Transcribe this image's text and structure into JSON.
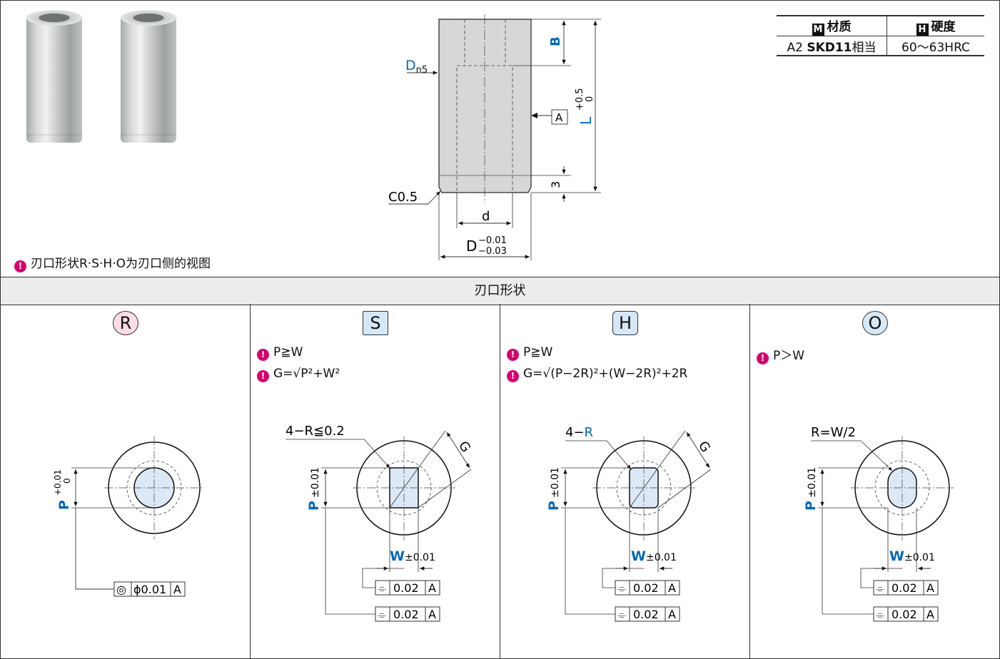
{
  "material_table": {
    "headers": [
      {
        "mark": "M",
        "label": "材质"
      },
      {
        "mark": "H",
        "label": "硬度"
      }
    ],
    "row": {
      "material_prefix": "A2",
      "material_grade": "SKD11",
      "material_suffix": "相当",
      "hardness": "60～63HRC"
    }
  },
  "top_note": "刃口形状R·S·H·O为刃口侧的视图",
  "main_drawing": {
    "labels": {
      "b": "B",
      "dn5_main": "D",
      "dn5_sub": "n5",
      "l": "L",
      "l_tol_upper": "+0.5",
      "l_tol_lower": "0",
      "datum": "A",
      "chamfer": "C0.5",
      "d": "d",
      "three": "3",
      "big_d": "D",
      "big_d_tol_upper": "−0.01",
      "big_d_tol_lower": "−0.03"
    }
  },
  "section_title": "刃口形状",
  "shapes": [
    {
      "id": "R",
      "notes": [],
      "labels": {
        "p": "P",
        "p_tol_upper": "+0.01",
        "p_tol_lower": "0",
        "tol_symbol": "◎",
        "tol_value": "ϕ0.01",
        "datum": "A"
      }
    },
    {
      "id": "S",
      "notes": [
        "P≧W",
        "G=√P²+W²"
      ],
      "labels": {
        "corner": "4−R≦0.2",
        "g": "G",
        "p": "P",
        "p_tol": "±0.01",
        "w": "W",
        "w_tol": "±0.01",
        "tol_symbol": "⌯",
        "tol_value": "0.02",
        "datum": "A"
      }
    },
    {
      "id": "H",
      "notes": [
        "P≧W",
        "G=√(P−2R)²+(W−2R)²+2R"
      ],
      "labels": {
        "corner_prefix": "4−",
        "corner_r": "R",
        "g": "G",
        "p": "P",
        "p_tol": "±0.01",
        "w": "W",
        "w_tol": "±0.01",
        "tol_symbol": "⌯",
        "tol_value": "0.02",
        "datum": "A"
      }
    },
    {
      "id": "O",
      "notes": [
        "P＞W"
      ],
      "labels": {
        "radius": "R=W/2",
        "p": "P",
        "p_tol": "±0.01",
        "w": "W",
        "w_tol": "±0.01",
        "tol_symbol": "⌯",
        "tol_value": "0.02",
        "datum": "A"
      }
    }
  ],
  "colors": {
    "accent_blue": "#0068b7",
    "bullet_magenta": "#d5006d",
    "insert_fill": "#dce8f5",
    "body_fill": "#d6d7d9",
    "band_bg": "#ececec",
    "r_label_bg": "#fbdce6",
    "s_label_bg": "#d6e8f6"
  }
}
